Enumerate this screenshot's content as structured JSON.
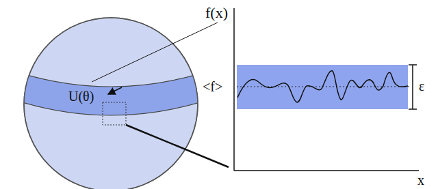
{
  "diagram": {
    "labels": [
      "f(x)",
      "U(θ)",
      "<f>",
      "ε",
      "x"
    ]
  }
}
